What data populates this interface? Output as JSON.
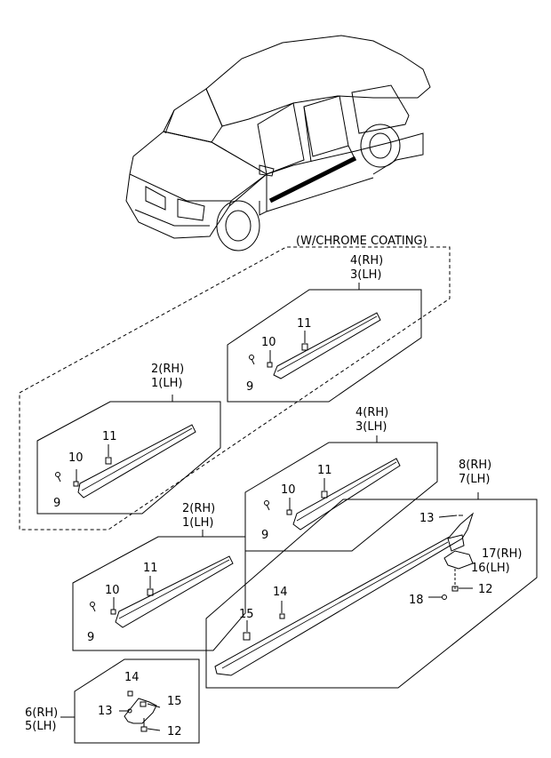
{
  "diagram": {
    "variant_label": "(W/CHROME COATING)",
    "groups": [
      {
        "id": "chrome-front",
        "labels": [
          "2(RH)",
          "1(LH)"
        ]
      },
      {
        "id": "chrome-rear",
        "labels": [
          "4(RH)",
          "3(LH)"
        ]
      },
      {
        "id": "std-front",
        "labels": [
          "2(RH)",
          "1(LH)"
        ]
      },
      {
        "id": "std-rear",
        "labels": [
          "4(RH)",
          "3(LH)"
        ]
      },
      {
        "id": "sill",
        "labels": [
          "8(RH)",
          "7(LH)"
        ]
      },
      {
        "id": "bracket",
        "labels": [
          "6(RH)",
          "5(LH)"
        ]
      }
    ],
    "callouts": {
      "chrome_rear": {
        "clip": "11",
        "nut": "10",
        "screw": "9"
      },
      "chrome_front": {
        "clip": "11",
        "nut": "10",
        "screw": "9"
      },
      "std_rear": {
        "clip": "11",
        "nut": "10",
        "screw": "9"
      },
      "std_front": {
        "clip": "11",
        "nut": "10",
        "screw": "9"
      },
      "sill": {
        "c13": "13",
        "c17": "17(RH)",
        "c16": "16(LH)",
        "c12": "12",
        "c18": "18",
        "c14": "14",
        "c15": "15"
      },
      "bracket": {
        "c14": "14",
        "c15": "15",
        "c13": "13",
        "c12": "12"
      }
    }
  }
}
